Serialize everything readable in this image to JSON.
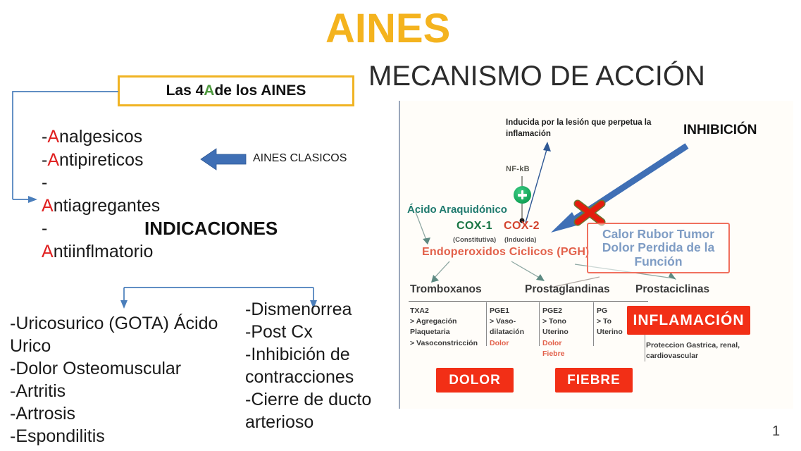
{
  "slide": {
    "title_main": "AINES",
    "title_sub": "MECANISMO DE ACCIÓN",
    "page_number": "1",
    "colors": {
      "title_gold": "#F4B31E",
      "box_border_gold": "#F0B323",
      "accent_red": "#E02020",
      "accent_green": "#4E9A3E",
      "arrow_blue": "#3F6FB5",
      "badge_red": "#F22F16"
    }
  },
  "callout_box": {
    "text_before": "Las 4 ",
    "highlight_letter": "A",
    "text_after": " de los AINES"
  },
  "four_a_list": {
    "items": [
      {
        "dash": "-",
        "letter": "A",
        "rest": "nalgesicos"
      },
      {
        "dash": "-",
        "letter": "A",
        "rest": "ntipireticos"
      },
      {
        "dash": "-",
        "letter": "A",
        "rest": "ntiagregantes"
      },
      {
        "dash": "-",
        "letter": "A",
        "rest": "ntiinflmatorio"
      }
    ]
  },
  "classic_arrow": {
    "label": "AINES CLASICOS"
  },
  "indications": {
    "heading": "INDICACIONES",
    "left_column": [
      "-Uricosurico (GOTA) Ácido Urico",
      "-Dolor Osteomuscular",
      "-Artritis",
      "-Artrosis",
      "-Espondilitis"
    ],
    "right_column": [
      "-Dismenorrea",
      "-Post Cx",
      "-Inhibición de contracciones",
      "-Cierre de ducto arterioso"
    ]
  },
  "diagram": {
    "annotation_induced": "Inducida por la lesión que perpetua la inflamación",
    "annotation_inhibition": "INHIBICIÓN",
    "nfkb_label": "NF-kB",
    "arachidonic_acid": "Ácido Araquidónico",
    "cox1": "COX-1",
    "cox1_sub": "(Constitutiva)",
    "cox2": "COX-2",
    "cox2_sub": "(Inducida)",
    "endoperoxides": "Endoperoxidos Ciclicos (PGH)",
    "inflammation_signs": {
      "line1": "Calor Rubor Tumor",
      "line2": "Dolor Perdida de la",
      "line3": "Función"
    },
    "branch_headers": {
      "thromboxanes": "Tromboxanos",
      "prostaglandins": "Prostaglandinas",
      "prostacyclins": "Prostaciclinas"
    },
    "table_columns": [
      {
        "name": "TXA2",
        "lines": [
          "> Agregación",
          "Plaquetaria",
          "> Vasoconstricción"
        ],
        "red_lines": []
      },
      {
        "name": "PGE1",
        "lines": [
          "> Vaso-",
          "dilatación"
        ],
        "red_lines": [
          "Dolor"
        ]
      },
      {
        "name": "PGE2",
        "lines": [
          "> Tono",
          "Uterino"
        ],
        "red_lines": [
          "Dolor",
          "Fiebre"
        ]
      },
      {
        "name": "PG",
        "lines": [
          "> To",
          "Uterino"
        ],
        "red_lines": []
      }
    ],
    "badges": {
      "inflammation": "INFLAMACIÓN",
      "pain": "DOLOR",
      "fever": "FIEBRE"
    },
    "protection_note": "Proteccion Gastrica, renal, cardiovascular"
  }
}
